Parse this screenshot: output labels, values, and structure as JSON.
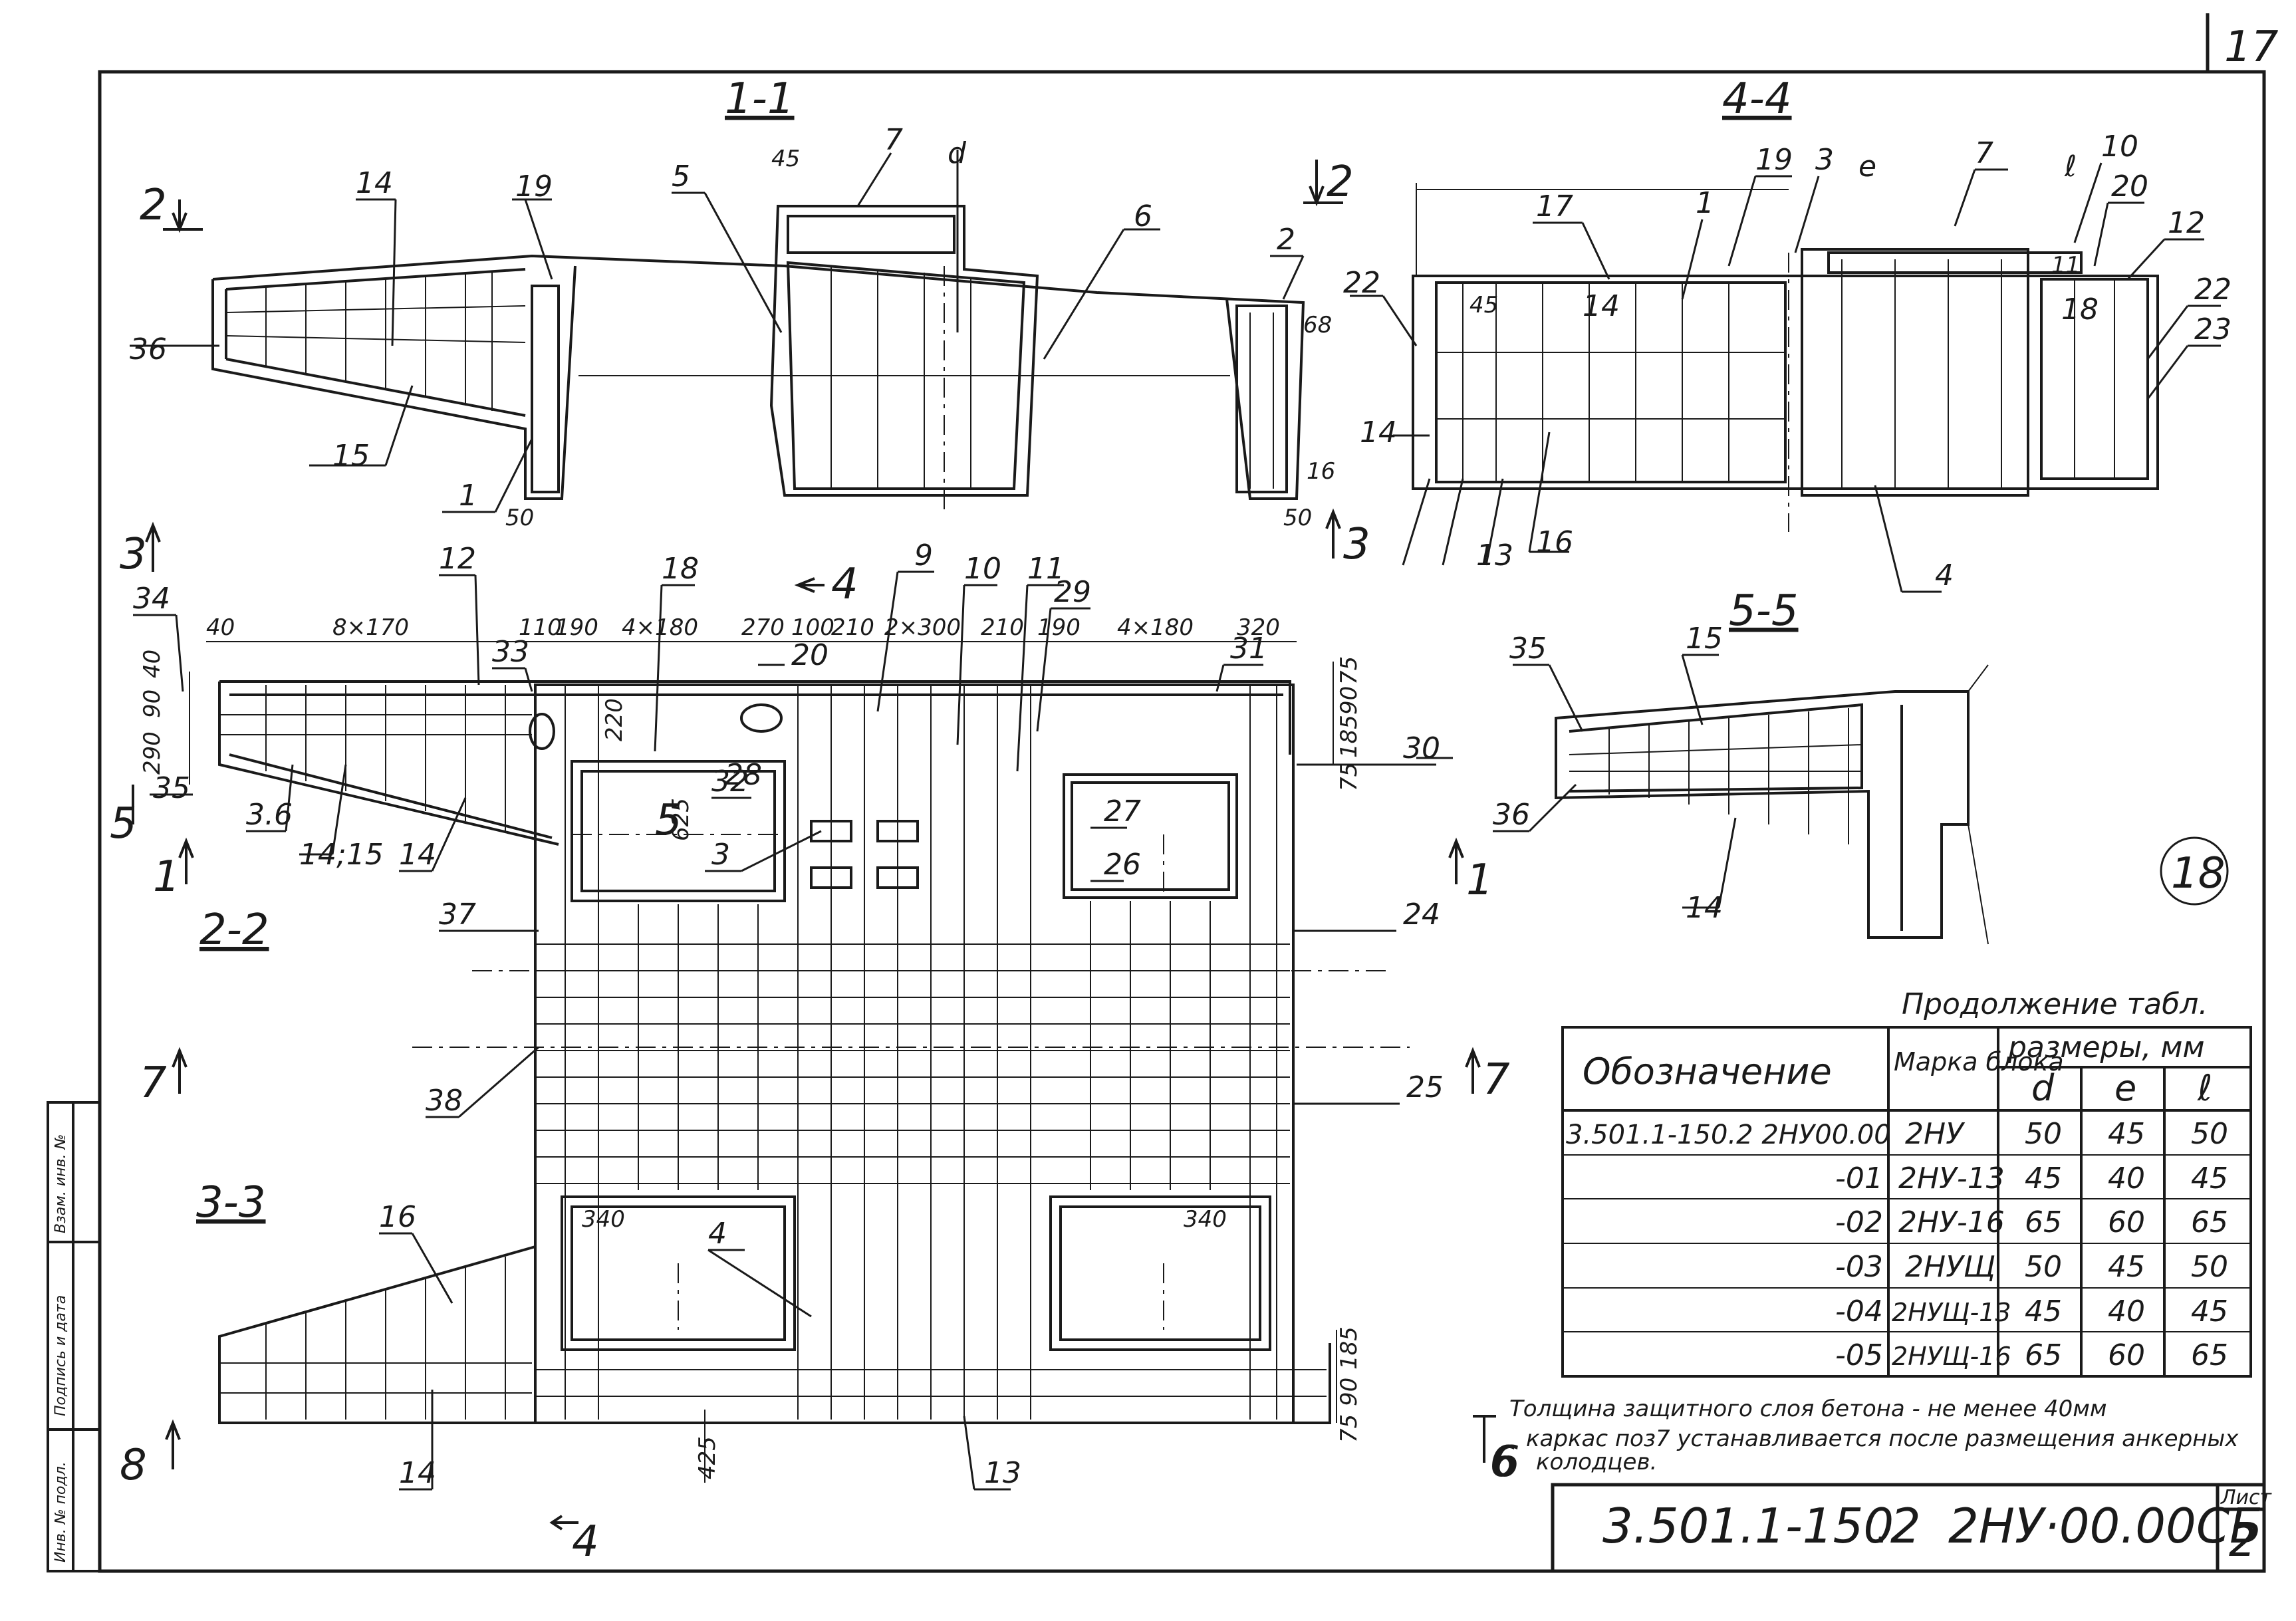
{
  "sheet": {
    "page_corner": "17",
    "circle_mark": "18",
    "stamp_code": "3.501.1-150",
    "stamp_part": ".2",
    "stamp_drawing": "2НУ·00.00СБ",
    "sheet_label": "Лист",
    "sheet_number": "2"
  },
  "side_stamp": [
    "Инв. № подл.",
    "Подпись и дата",
    "Взам. инв. №"
  ],
  "sections": {
    "s11": "1-1",
    "s22": "2-2",
    "s33": "3-3",
    "s44": "4-4",
    "s55": "5-5"
  },
  "cut_marks": {
    "c2a": "2",
    "c2b": "2",
    "c3a": "3",
    "c3b": "3",
    "c1a": "1",
    "c1b": "1",
    "c5": "5",
    "c5b": "5",
    "c7a": "7",
    "c7b": "7",
    "c4": "4",
    "c4b": "4",
    "c6": "6",
    "c8": "8"
  },
  "top_dimensions": [
    "40",
    "8×170",
    "110",
    "190",
    "4×180",
    "270",
    "100",
    "210",
    "2×300",
    "210",
    "190",
    "4×180",
    "320"
  ],
  "left_dimensions": [
    "40",
    "90",
    "290"
  ],
  "right_dimensions": [
    "75",
    "90",
    "185",
    "75"
  ],
  "bottom_dimensions": [
    "425",
    "185",
    "90",
    "75"
  ],
  "misc_dimensions": {
    "d45": "45",
    "d50a": "50",
    "d50b": "50",
    "d16": "16",
    "d68": "68",
    "d100": "100",
    "d220": "220",
    "d625": "625",
    "d340a": "340",
    "d340b": "340",
    "d45b": "45",
    "d11": "11",
    "sym_d": "d",
    "sym_e": "e",
    "sym_l": "ℓ"
  },
  "callouts": {
    "c14": "14",
    "c19": "19",
    "c5": "5",
    "c7": "7",
    "c6": "6",
    "c2": "2",
    "c36": "36",
    "c15": "15",
    "c1": "1",
    "c12": "12",
    "c18": "18",
    "c9": "9",
    "c10": "10",
    "c11": "11",
    "c29": "29",
    "c34": "34",
    "c33": "33",
    "c20": "20",
    "c31": "31",
    "c30": "30",
    "c32": "32",
    "c28": "28",
    "c3": "3",
    "c27": "27",
    "c26": "26",
    "c35": "35",
    "c36b": "3.6",
    "c1415": "14;15",
    "c14b": "14",
    "c37": "37",
    "c24": "24",
    "c38": "38",
    "c25": "25",
    "c16": "16",
    "c4": "4",
    "c13": "13",
    "c14c": "14",
    "s4_17": "17",
    "s4_19": "19",
    "s4_1": "1",
    "s4_3": "3",
    "s4_7": "7",
    "s4_10": "10",
    "s4_20": "20",
    "s4_12": "12",
    "s4_22a": "22",
    "s4_22b": "22",
    "s4_23": "23",
    "s4_18": "18",
    "s4_14a": "14",
    "s4_14b": "14",
    "s4_13": "13",
    "s4_16": "16",
    "s4_4": "4",
    "s5_35": "35",
    "s5_15": "15",
    "s5_36": "36",
    "s5_14": "14"
  },
  "table": {
    "caption": "Продолжение табл.",
    "head_designation": "Обозначение",
    "head_mark": "Марка блока",
    "head_sizes": "размеры, мм",
    "head_d": "d",
    "head_e": "e",
    "head_l": "ℓ",
    "rows": [
      {
        "designation": "3.501.1-150.2 2НУ00.00",
        "mark": "2НУ",
        "d": "50",
        "e": "45",
        "l": "50"
      },
      {
        "designation": "-01",
        "mark": "2НУ-13",
        "d": "45",
        "e": "40",
        "l": "45"
      },
      {
        "designation": "-02",
        "mark": "2НУ-16",
        "d": "65",
        "e": "60",
        "l": "65"
      },
      {
        "designation": "-03",
        "mark": "2НУЩ",
        "d": "50",
        "e": "45",
        "l": "50"
      },
      {
        "designation": "-04",
        "mark": "2НУЩ-13",
        "d": "45",
        "e": "40",
        "l": "45"
      },
      {
        "designation": "-05",
        "mark": "2НУЩ-16",
        "d": "65",
        "e": "60",
        "l": "65"
      }
    ]
  },
  "notes": [
    "Толщина защитного слоя бетона - не менее 40мм",
    "каркас поз7 устанавливается после размещения анкерных",
    "колодцев."
  ],
  "note_number": "6"
}
